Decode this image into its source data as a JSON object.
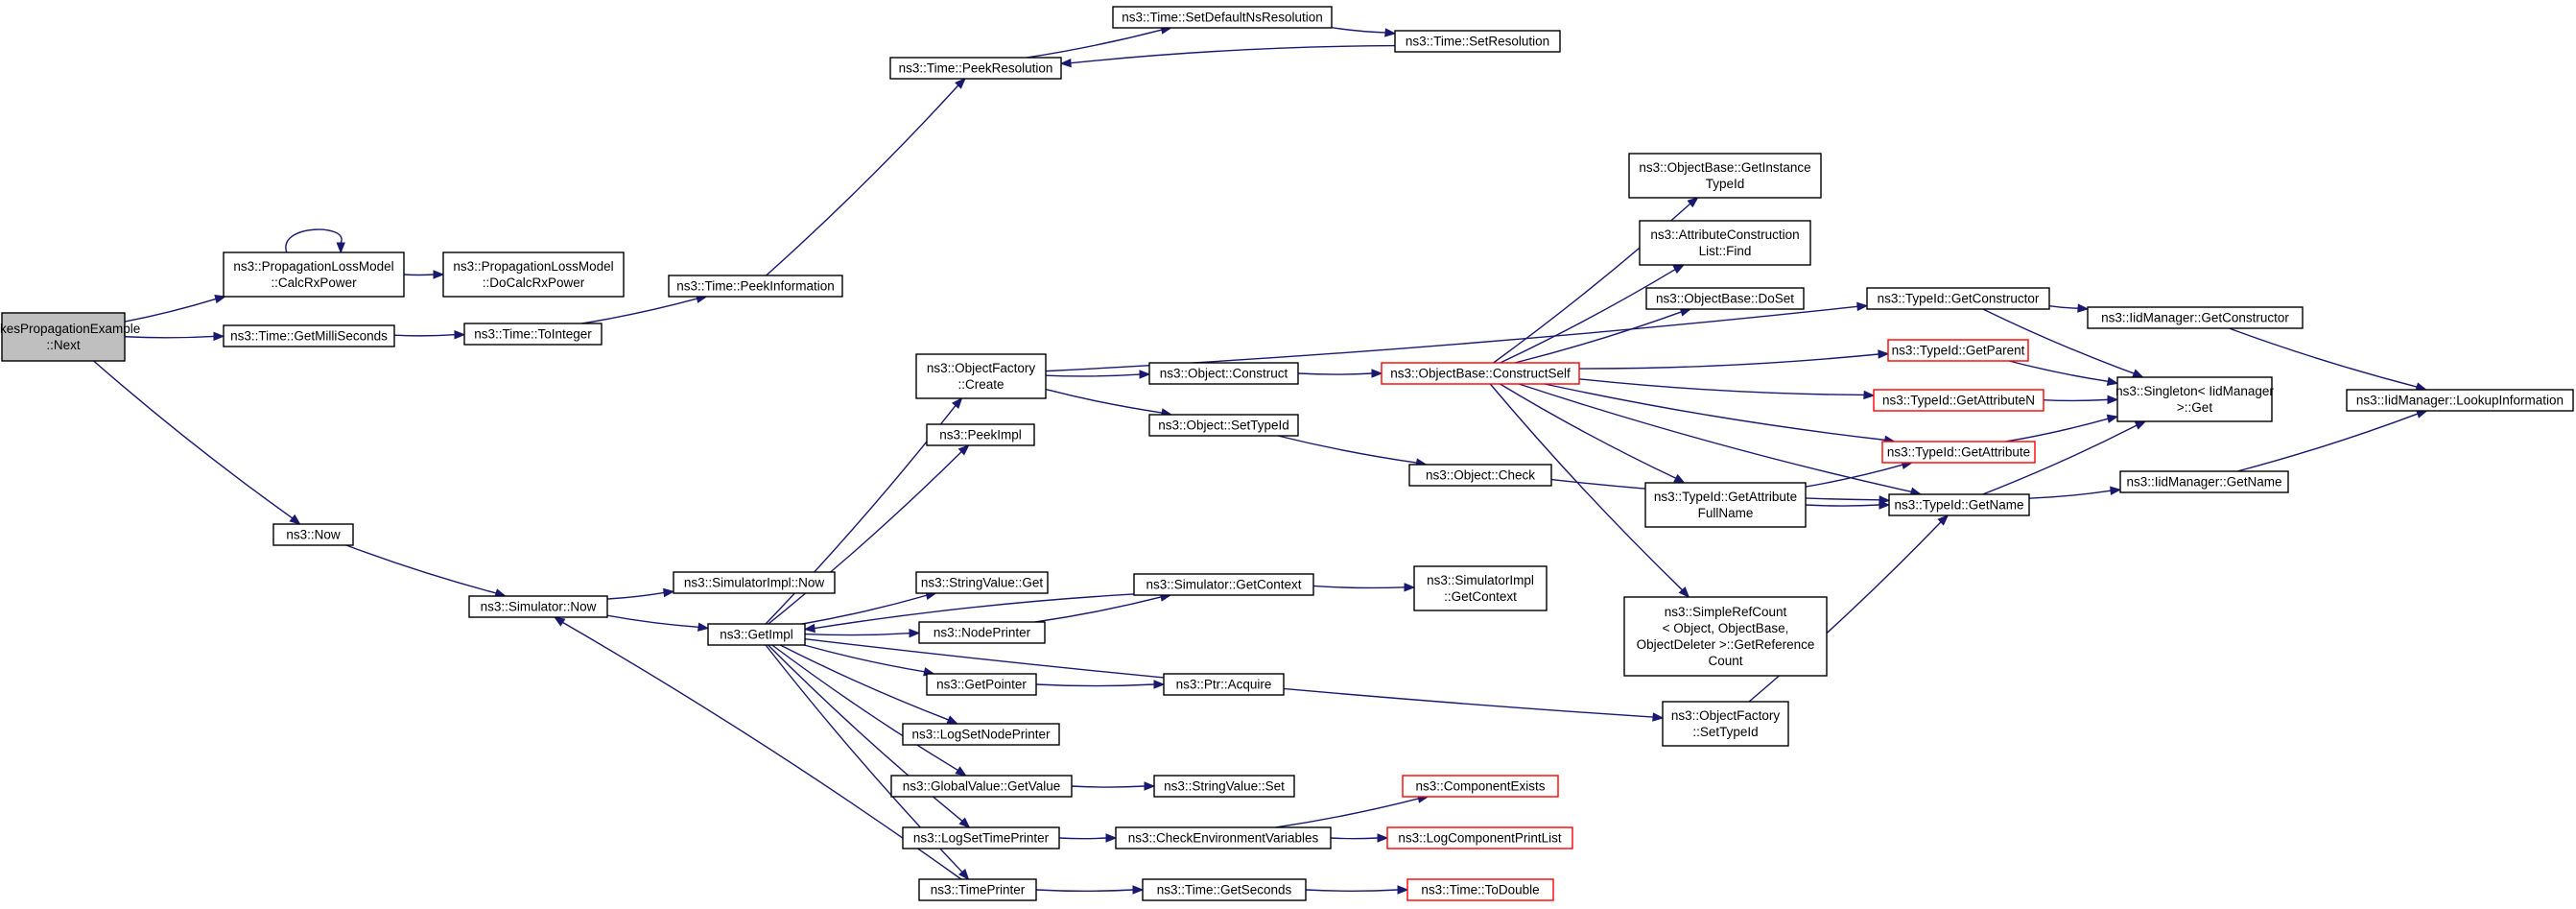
{
  "nodes": {
    "jakes": {
      "lines": [
        "JakesPropagationExample",
        "::Next"
      ],
      "root": true
    },
    "plmCalc": {
      "lines": [
        "ns3::PropagationLossModel",
        "::CalcRxPower"
      ]
    },
    "plmDoCalc": {
      "lines": [
        "ns3::PropagationLossModel",
        "::DoCalcRxPower"
      ]
    },
    "getMilli": {
      "lines": [
        "ns3::Time::GetMilliSeconds"
      ]
    },
    "toInteger": {
      "lines": [
        "ns3::Time::ToInteger"
      ]
    },
    "peekInfo": {
      "lines": [
        "ns3::Time::PeekInformation"
      ]
    },
    "peekRes": {
      "lines": [
        "ns3::Time::PeekResolution"
      ]
    },
    "setDefNs": {
      "lines": [
        "ns3::Time::SetDefaultNsResolution"
      ]
    },
    "setRes": {
      "lines": [
        "ns3::Time::SetResolution"
      ]
    },
    "now": {
      "lines": [
        "ns3::Now"
      ]
    },
    "simNow": {
      "lines": [
        "ns3::Simulator::Now"
      ]
    },
    "simImplNow": {
      "lines": [
        "ns3::SimulatorImpl::Now"
      ]
    },
    "getImpl": {
      "lines": [
        "ns3::GetImpl"
      ]
    },
    "objFactCreate": {
      "lines": [
        "ns3::ObjectFactory",
        "::Create"
      ]
    },
    "peekImpl": {
      "lines": [
        "ns3::PeekImpl"
      ]
    },
    "strGet": {
      "lines": [
        "ns3::StringValue::Get"
      ]
    },
    "nodePrinter": {
      "lines": [
        "ns3::NodePrinter"
      ]
    },
    "getPointer": {
      "lines": [
        "ns3::GetPointer"
      ]
    },
    "logSetNode": {
      "lines": [
        "ns3::LogSetNodePrinter"
      ]
    },
    "gvGetValue": {
      "lines": [
        "ns3::GlobalValue::GetValue"
      ]
    },
    "logSetTime": {
      "lines": [
        "ns3::LogSetTimePrinter"
      ]
    },
    "timePrinter": {
      "lines": [
        "ns3::TimePrinter"
      ]
    },
    "objConstruct": {
      "lines": [
        "ns3::Object::Construct"
      ]
    },
    "objSetTypeId": {
      "lines": [
        "ns3::Object::SetTypeId"
      ]
    },
    "simGetCtx": {
      "lines": [
        "ns3::Simulator::GetContext"
      ]
    },
    "ptrAcquire": {
      "lines": [
        "ns3::Ptr::Acquire"
      ]
    },
    "strSet": {
      "lines": [
        "ns3::StringValue::Set"
      ]
    },
    "checkEnv": {
      "lines": [
        "ns3::CheckEnvironmentVariables"
      ]
    },
    "timeGetSec": {
      "lines": [
        "ns3::Time::GetSeconds"
      ]
    },
    "objBaseCS": {
      "lines": [
        "ns3::ObjectBase::ConstructSelf"
      ],
      "red": true
    },
    "objCheck": {
      "lines": [
        "ns3::Object::Check"
      ]
    },
    "simImplCtx": {
      "lines": [
        "ns3::SimulatorImpl",
        "::GetContext"
      ]
    },
    "compExists": {
      "lines": [
        "ns3::ComponentExists"
      ],
      "red": true
    },
    "logCompList": {
      "lines": [
        "ns3::LogComponentPrintList"
      ],
      "red": true
    },
    "timeToDouble": {
      "lines": [
        "ns3::Time::ToDouble"
      ],
      "red": true
    },
    "obGetInst": {
      "lines": [
        "ns3::ObjectBase::GetInstance",
        "TypeId"
      ]
    },
    "attrFind": {
      "lines": [
        "ns3::AttributeConstruction",
        "List::Find"
      ]
    },
    "obDoSet": {
      "lines": [
        "ns3::ObjectBase::DoSet"
      ]
    },
    "tidGetAttrFull": {
      "lines": [
        "ns3::TypeId::GetAttribute",
        "FullName"
      ]
    },
    "simpleRef": {
      "lines": [
        "ns3::SimpleRefCount",
        "< Object, ObjectBase,",
        "ObjectDeleter >::GetReference",
        "Count"
      ]
    },
    "objFactSetTid": {
      "lines": [
        "ns3::ObjectFactory",
        "::SetTypeId"
      ]
    },
    "tidGetCtor": {
      "lines": [
        "ns3::TypeId::GetConstructor"
      ]
    },
    "tidGetParent": {
      "lines": [
        "ns3::TypeId::GetParent"
      ],
      "red": true
    },
    "tidGetAttrN": {
      "lines": [
        "ns3::TypeId::GetAttributeN"
      ],
      "red": true
    },
    "tidGetAttr": {
      "lines": [
        "ns3::TypeId::GetAttribute"
      ],
      "red": true
    },
    "tidGetName": {
      "lines": [
        "ns3::TypeId::GetName"
      ]
    },
    "iidGetCtor": {
      "lines": [
        "ns3::IidManager::GetConstructor"
      ]
    },
    "singletonGet": {
      "lines": [
        "ns3::Singleton< IidManager",
        " >::Get"
      ]
    },
    "iidGetName": {
      "lines": [
        "ns3::IidManager::GetName"
      ]
    },
    "iidLookup": {
      "lines": [
        "ns3::IidManager::LookupInformation"
      ]
    }
  },
  "edges": [
    [
      "jakes",
      "plmCalc"
    ],
    [
      "jakes",
      "getMilli"
    ],
    [
      "jakes",
      "now"
    ],
    [
      "plmCalc",
      "plmCalc"
    ],
    [
      "plmCalc",
      "plmDoCalc"
    ],
    [
      "getMilli",
      "toInteger"
    ],
    [
      "toInteger",
      "peekInfo"
    ],
    [
      "peekInfo",
      "peekRes"
    ],
    [
      "peekRes",
      "setDefNs"
    ],
    [
      "setDefNs",
      "setRes"
    ],
    [
      "setRes",
      "peekRes"
    ],
    [
      "now",
      "simNow"
    ],
    [
      "simNow",
      "simImplNow"
    ],
    [
      "simNow",
      "getImpl"
    ],
    [
      "getImpl",
      "objFactCreate"
    ],
    [
      "getImpl",
      "peekImpl"
    ],
    [
      "getImpl",
      "strGet"
    ],
    [
      "getImpl",
      "nodePrinter"
    ],
    [
      "getImpl",
      "getPointer"
    ],
    [
      "getImpl",
      "logSetNode"
    ],
    [
      "getImpl",
      "gvGetValue"
    ],
    [
      "getImpl",
      "logSetTime"
    ],
    [
      "getImpl",
      "timePrinter"
    ],
    [
      "getImpl",
      "objFactSetTid"
    ],
    [
      "objFactCreate",
      "tidGetCtor"
    ],
    [
      "objFactCreate",
      "objConstruct"
    ],
    [
      "objFactCreate",
      "objSetTypeId"
    ],
    [
      "objConstruct",
      "objBaseCS"
    ],
    [
      "objSetTypeId",
      "objCheck"
    ],
    [
      "nodePrinter",
      "simGetCtx"
    ],
    [
      "simGetCtx",
      "getImpl"
    ],
    [
      "simGetCtx",
      "simImplCtx"
    ],
    [
      "getPointer",
      "ptrAcquire"
    ],
    [
      "gvGetValue",
      "strSet"
    ],
    [
      "logSetTime",
      "checkEnv"
    ],
    [
      "checkEnv",
      "compExists"
    ],
    [
      "checkEnv",
      "logCompList"
    ],
    [
      "timePrinter",
      "simNow"
    ],
    [
      "timePrinter",
      "timeGetSec"
    ],
    [
      "timeGetSec",
      "timeToDouble"
    ],
    [
      "objBaseCS",
      "obGetInst"
    ],
    [
      "objBaseCS",
      "attrFind"
    ],
    [
      "objBaseCS",
      "obDoSet"
    ],
    [
      "objBaseCS",
      "tidGetParent"
    ],
    [
      "objBaseCS",
      "tidGetAttrN"
    ],
    [
      "objBaseCS",
      "tidGetAttr"
    ],
    [
      "objBaseCS",
      "tidGetAttrFull"
    ],
    [
      "objBaseCS",
      "tidGetName"
    ],
    [
      "objBaseCS",
      "simpleRef"
    ],
    [
      "objCheck",
      "tidGetName"
    ],
    [
      "tidGetAttrFull",
      "tidGetAttr"
    ],
    [
      "tidGetAttrFull",
      "tidGetName"
    ],
    [
      "objFactSetTid",
      "tidGetName"
    ],
    [
      "tidGetCtor",
      "iidGetCtor"
    ],
    [
      "tidGetCtor",
      "singletonGet"
    ],
    [
      "tidGetParent",
      "singletonGet"
    ],
    [
      "tidGetAttrN",
      "singletonGet"
    ],
    [
      "tidGetAttr",
      "singletonGet"
    ],
    [
      "tidGetName",
      "singletonGet"
    ],
    [
      "tidGetName",
      "iidGetName"
    ],
    [
      "iidGetCtor",
      "iidLookup"
    ],
    [
      "iidGetName",
      "iidLookup"
    ]
  ]
}
